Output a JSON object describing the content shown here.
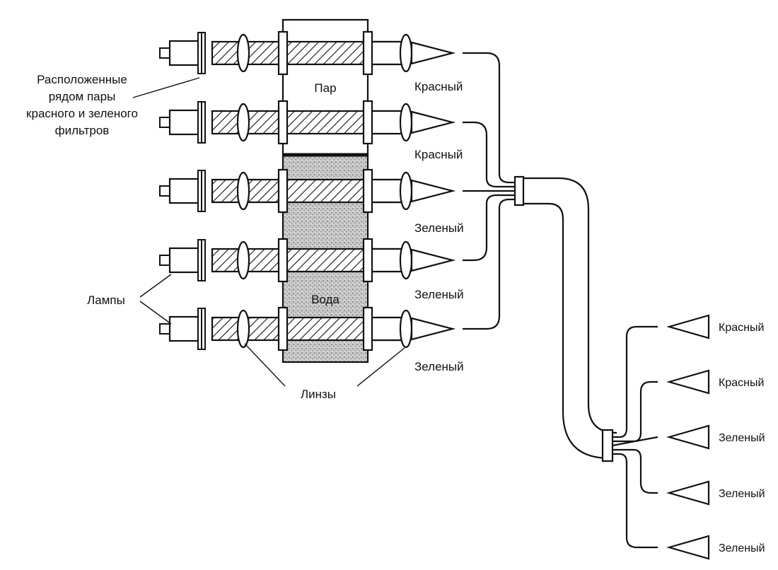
{
  "labels": {
    "filter_pairs": [
      "Расположенные",
      "рядом пары",
      "красного и зеленого",
      "фильтров"
    ],
    "steam": "Пар",
    "water": "Вода",
    "lamps": "Лампы",
    "lenses": "Линзы"
  },
  "input_colors": [
    "Красный",
    "Красный",
    "Зеленый",
    "Зеленый",
    "Зеленый"
  ],
  "output_colors": [
    "Красный",
    "Красный",
    "Зеленый",
    "Зеленый",
    "Зеленый"
  ],
  "colors": {
    "ink": "#111111",
    "water_fill": "#bdbdbd",
    "background": "#ffffff"
  }
}
